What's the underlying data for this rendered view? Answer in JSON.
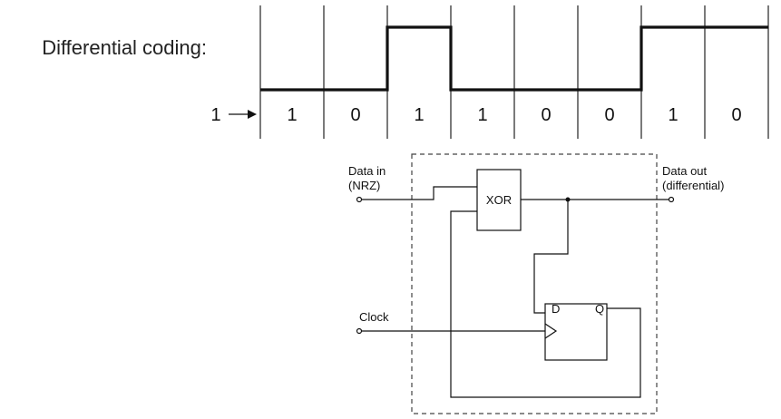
{
  "waveform": {
    "heading": "Differential coding:",
    "initial_label": "1",
    "bits": [
      "1",
      "0",
      "1",
      "1",
      "0",
      "0",
      "1",
      "0"
    ],
    "levels": [
      0,
      0,
      1,
      0,
      0,
      0,
      1,
      1
    ]
  },
  "circuit": {
    "data_in_line1": "Data in",
    "data_in_line2": "(NRZ)",
    "data_out_line1": "Data out",
    "data_out_line2": "(differential)",
    "xor_label": "XOR",
    "clock_label": "Clock",
    "ff_d_label": "D",
    "ff_q_label": "Q"
  }
}
